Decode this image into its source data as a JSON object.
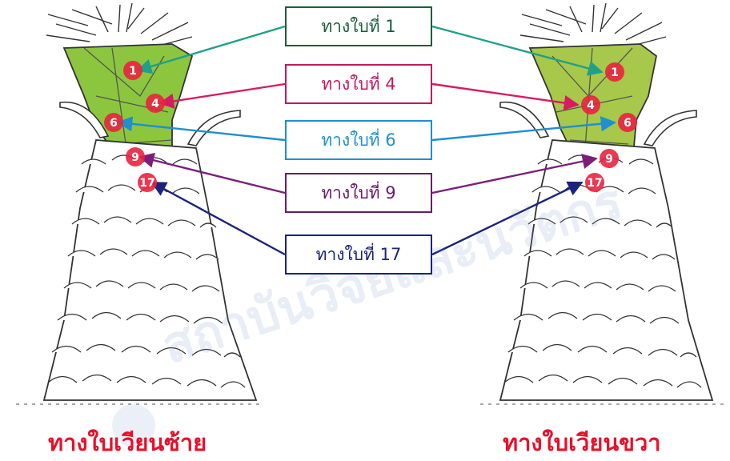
{
  "labels": [
    {
      "key": "leaf-1",
      "text": "ทางใบที่ 1",
      "number": "1",
      "color": "#1b5e3a",
      "arrow_color": "#1fa08a"
    },
    {
      "key": "leaf-4",
      "text": "ทางใบที่ 4",
      "number": "4",
      "color": "#c2185b",
      "arrow_color": "#d81b60"
    },
    {
      "key": "leaf-6",
      "text": "ทางใบที่ 6",
      "number": "6",
      "color": "#1f8fd0",
      "arrow_color": "#1f8fd0"
    },
    {
      "key": "leaf-9",
      "text": "ทางใบที่ 9",
      "number": "9",
      "color": "#6a1b6a",
      "arrow_color": "#7b1f7b"
    },
    {
      "key": "leaf-17",
      "text": "ทางใบที่ 17",
      "number": "17",
      "color": "#1a237e",
      "arrow_color": "#1a237e"
    }
  ],
  "captions": {
    "left": "ทางใบเวียนซ้าย",
    "right": "ทางใบเวียนขวา"
  },
  "watermark": "สถาบันวิจัยและนวัตกร",
  "colors": {
    "crown_left": "#8cc63f",
    "crown_right": "#a7c84a",
    "badge": "#e8233f",
    "caption": "#e8102a"
  }
}
